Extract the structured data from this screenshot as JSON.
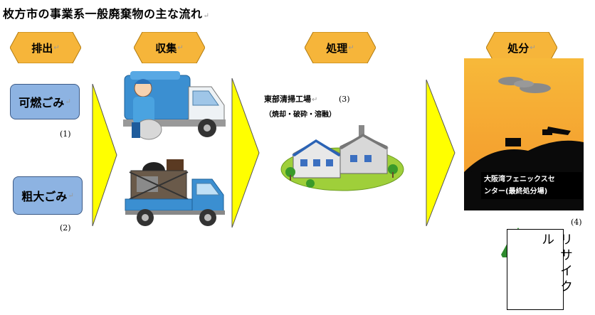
{
  "title": "枚方市の事業系一般廃棄物の主な流れ",
  "stages": {
    "discharge": "排出",
    "collection": "収集",
    "treatment": "処理",
    "disposal": "処分"
  },
  "sources": {
    "burnable": "可燃ごみ",
    "burnable_num": "(1)",
    "bulky": "粗大ごみ",
    "bulky_num": "(2)"
  },
  "plant": {
    "name": "東部清掃工場",
    "num": "(3)",
    "process": "（焼却・破砕・溶融）"
  },
  "landfill": {
    "line1": "大阪湾フェニックスセ",
    "line2": "ンター(最終処分場)",
    "num": "(4)"
  },
  "recycle": {
    "label": "リサイクル"
  },
  "paragraph_mark": "↵",
  "colors": {
    "hex_fill": "#f6b53a",
    "box_fill": "#8db3e2",
    "arrow_fill": "#ffff00"
  }
}
